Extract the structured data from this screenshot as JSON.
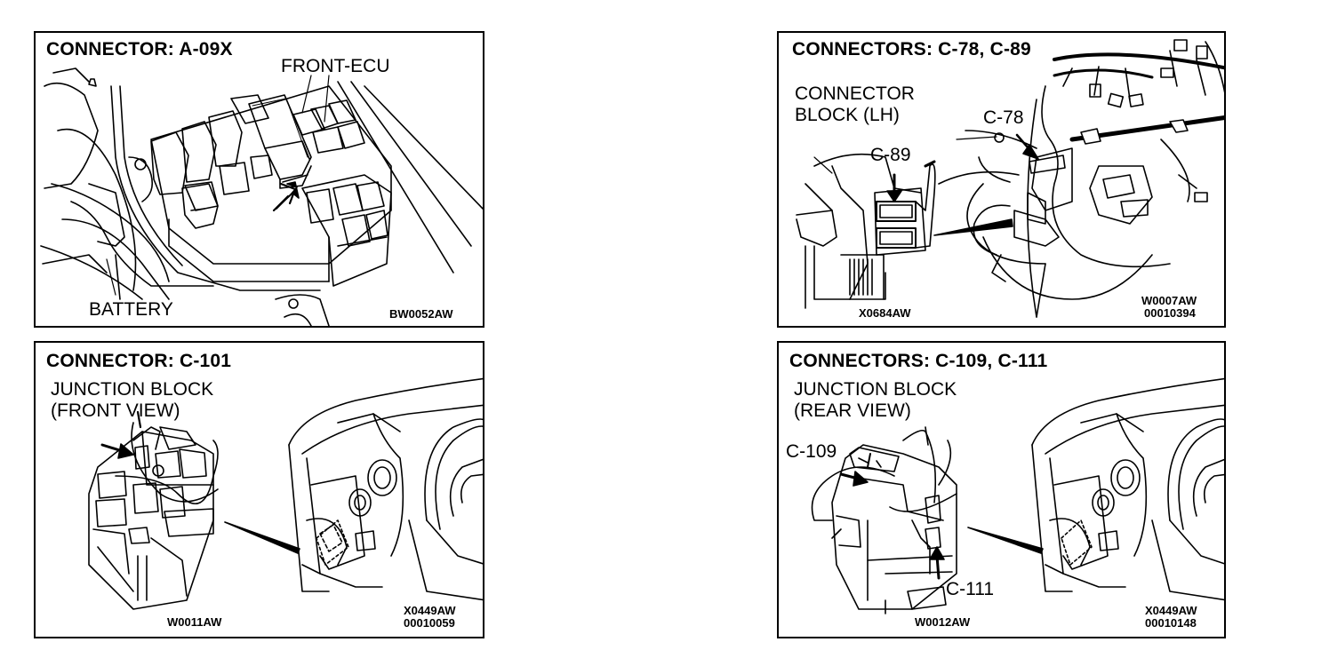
{
  "panels": {
    "a09x": {
      "title": "CONNECTOR:  A-09X",
      "labels": {
        "front_ecu": "FRONT-ECU",
        "battery": "BATTERY"
      },
      "codes": [
        "BW0052AW"
      ]
    },
    "c78_c89": {
      "title": "CONNECTORS:  C-78,  C-89",
      "labels": {
        "block_line1": "CONNECTOR",
        "block_line2": "BLOCK (LH)",
        "c78": "C-78",
        "c89": "C-89"
      },
      "codes": [
        "X0684AW",
        "W0007AW",
        "00010394"
      ]
    },
    "c101": {
      "title": "CONNECTOR:  C-101",
      "labels": {
        "jb_line1": "JUNCTION BLOCK",
        "jb_line2": "(FRONT VIEW)"
      },
      "codes": [
        "W0011AW",
        "X0449AW",
        "00010059"
      ]
    },
    "c109_c111": {
      "title": "CONNECTORS:  C-109,  C-111",
      "labels": {
        "jb_line1": "JUNCTION BLOCK",
        "jb_line2": "(REAR VIEW)",
        "c109": "C-109",
        "c111": "C-111"
      },
      "codes": [
        "W0012AW",
        "X0449AW",
        "00010148"
      ]
    }
  }
}
